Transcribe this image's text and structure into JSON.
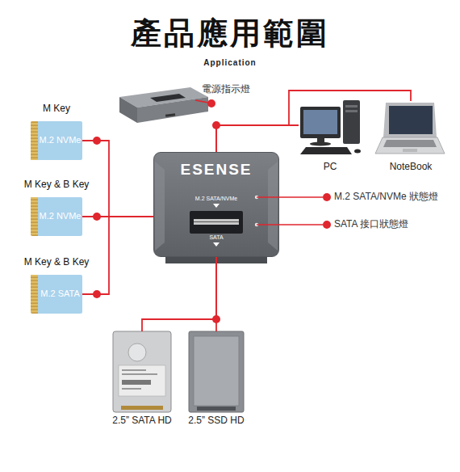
{
  "diagram": {
    "title": "產品應用範圍",
    "nodes": [
      {
        "text": [
          "M Key",
          "M.2 NVMe"
        ]
      },
      {
        "text": [
          "M Key & B Key",
          "M.2 NVMe"
        ]
      },
      {
        "text": [
          "M Key & B Key",
          "M.2 SATA"
        ]
      },
      {
        "text": [
          "ESENSE",
          "M.2 SATA/NVMe",
          "SATA"
        ]
      },
      {
        "text": [
          "PC"
        ]
      },
      {
        "text": [
          "NoteBook"
        ]
      },
      {
        "text": [
          "2.5” SATA HD"
        ]
      },
      {
        "text": [
          "2.5” SSD HD"
        ]
      }
    ],
    "edges": [
      {
        "from": 0,
        "to": 3,
        "arrow": "none"
      },
      {
        "from": 1,
        "to": 3,
        "arrow": "none"
      },
      {
        "from": 2,
        "to": 3,
        "arrow": "none"
      },
      {
        "from": 3,
        "to": 4,
        "arrow": "none"
      },
      {
        "from": 3,
        "to": 5,
        "arrow": "none"
      },
      {
        "from": 3,
        "to": 6,
        "arrow": "none"
      },
      {
        "from": 3,
        "to": 7,
        "arrow": "none"
      }
    ],
    "labels": [
      "Application",
      "電源指示燈",
      "M.2 SATA/NVMe 狀態燈",
      "SATA 接口狀態燈"
    ]
  }
}
